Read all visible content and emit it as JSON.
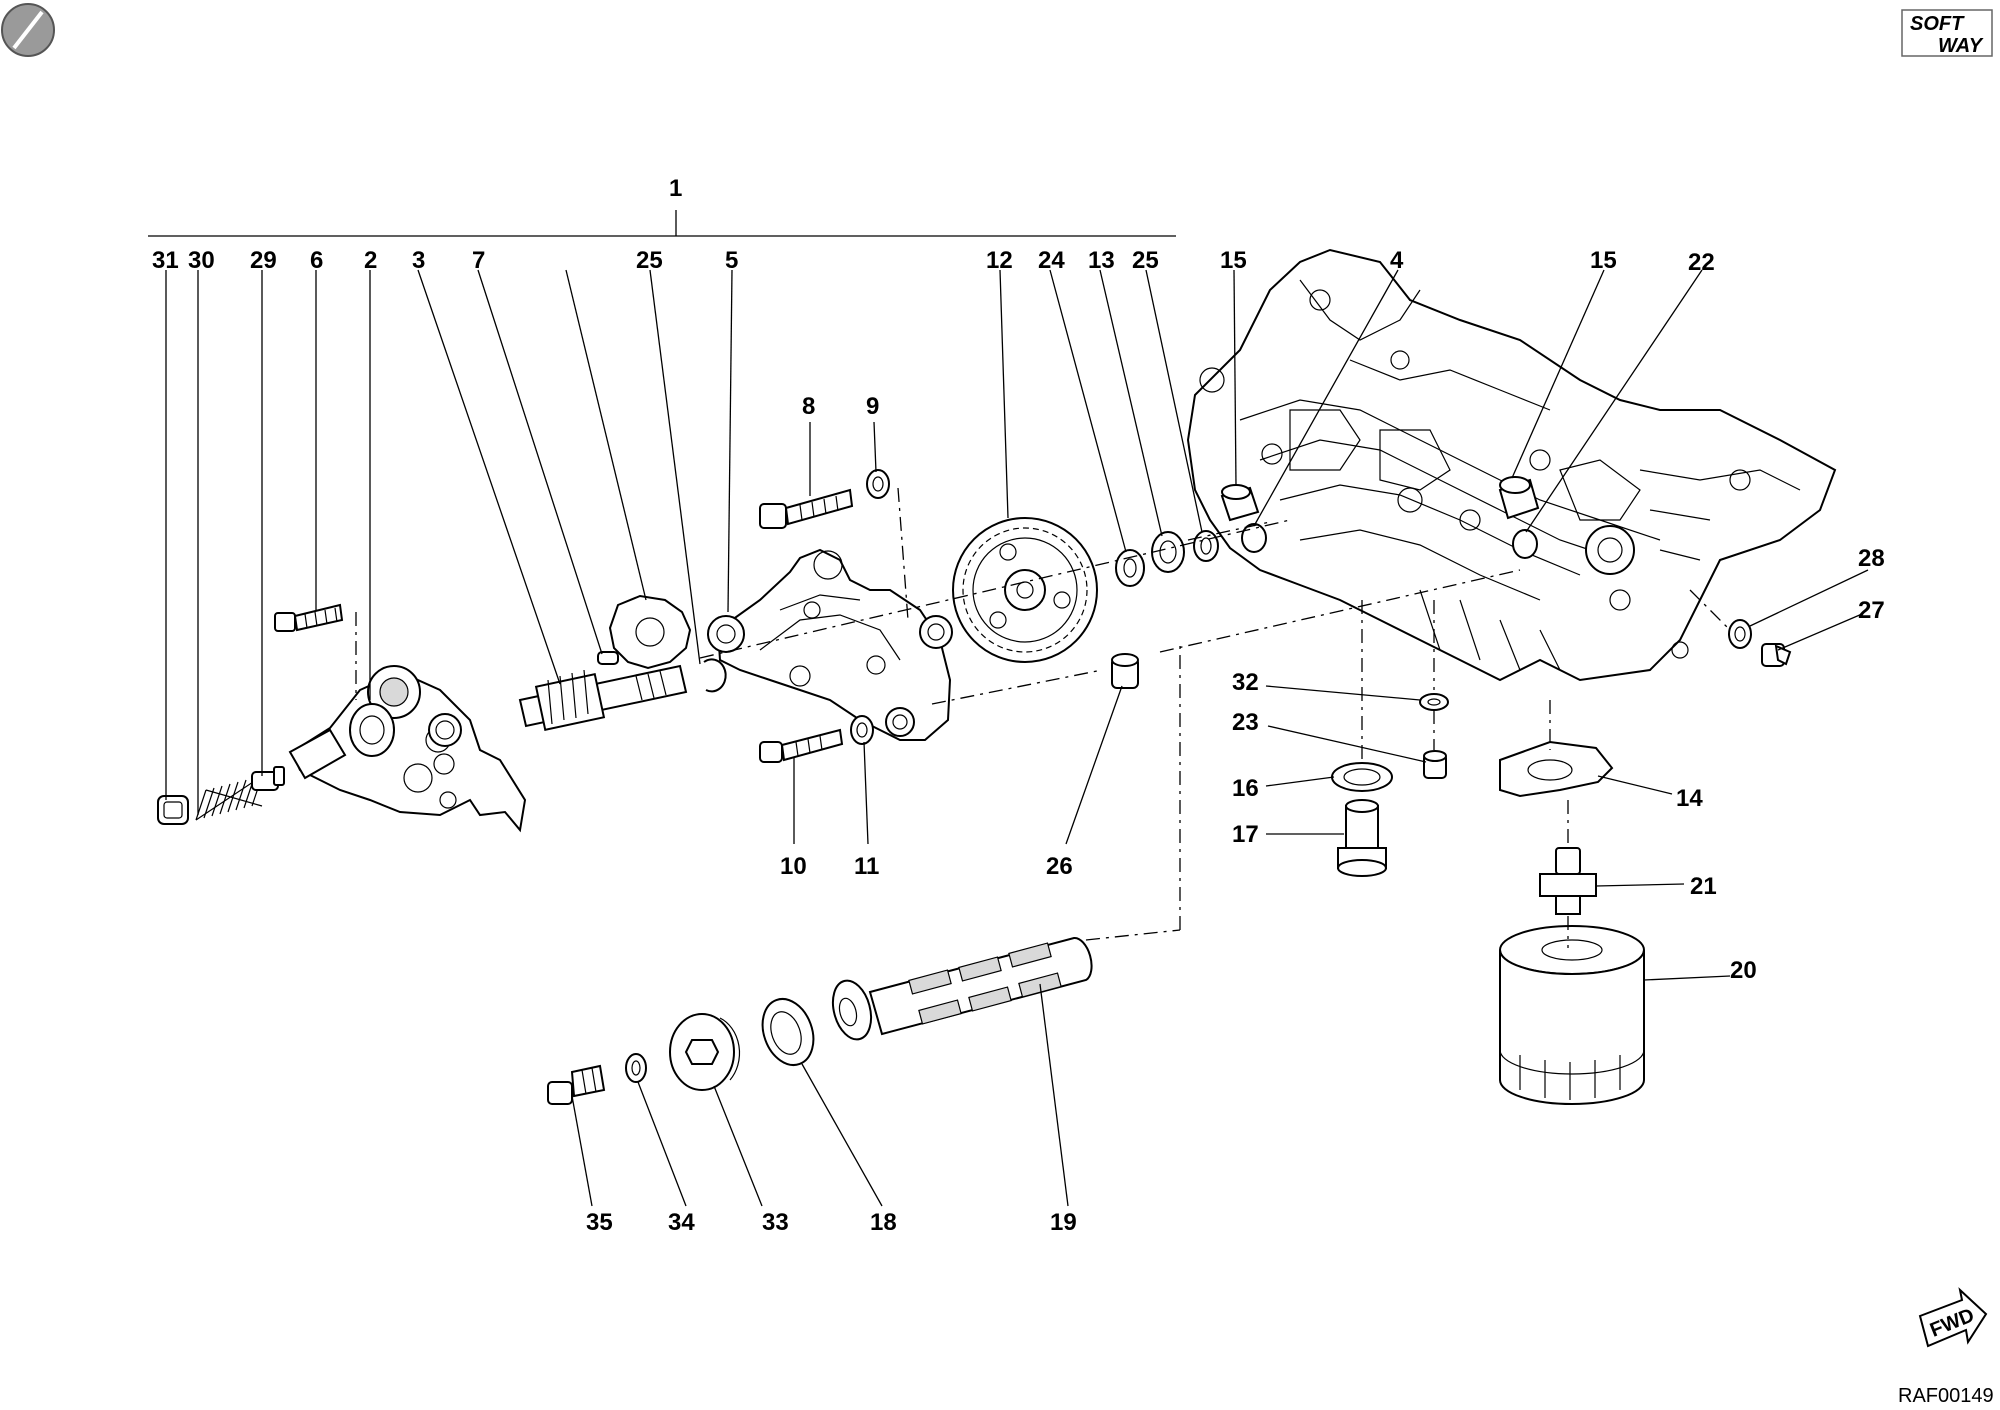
{
  "document": {
    "drawing_code": "RAF00149",
    "logo_text": [
      "SOFT",
      "WAY"
    ],
    "direction_badge": "FWD"
  },
  "callouts": {
    "c1": "1",
    "c31": "31",
    "c30": "30",
    "c29": "29",
    "c6": "6",
    "c2": "2",
    "c3": "3",
    "c7": "7",
    "c25a": "25",
    "c5": "5",
    "c12": "12",
    "c24": "24",
    "c13": "13",
    "c25b": "25",
    "c15a": "15",
    "c4": "4",
    "c15b": "15",
    "c22": "22",
    "c8": "8",
    "c9": "9",
    "c10": "10",
    "c11": "11",
    "c26": "26",
    "c28": "28",
    "c27": "27",
    "c32": "32",
    "c23": "23",
    "c16": "16",
    "c17": "17",
    "c14": "14",
    "c21": "21",
    "c20": "20",
    "c35": "35",
    "c34": "34",
    "c33": "33",
    "c18": "18",
    "c19": "19"
  },
  "colors": {
    "line": "#000000",
    "background": "#ffffff",
    "shade": "#d9d9d9"
  }
}
